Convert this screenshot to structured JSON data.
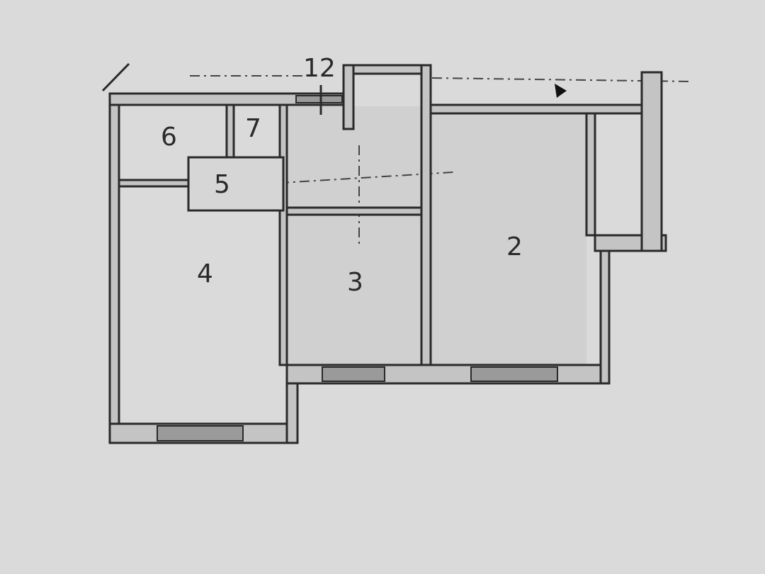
{
  "plan": {
    "rooms": [
      {
        "id": "room-1",
        "label": "12"
      },
      {
        "id": "room-2",
        "label": "2"
      },
      {
        "id": "room-3",
        "label": "3"
      },
      {
        "id": "room-4",
        "label": "4"
      },
      {
        "id": "room-5",
        "label": "5"
      },
      {
        "id": "room-6",
        "label": "6"
      },
      {
        "id": "room-7",
        "label": "7"
      }
    ]
  }
}
